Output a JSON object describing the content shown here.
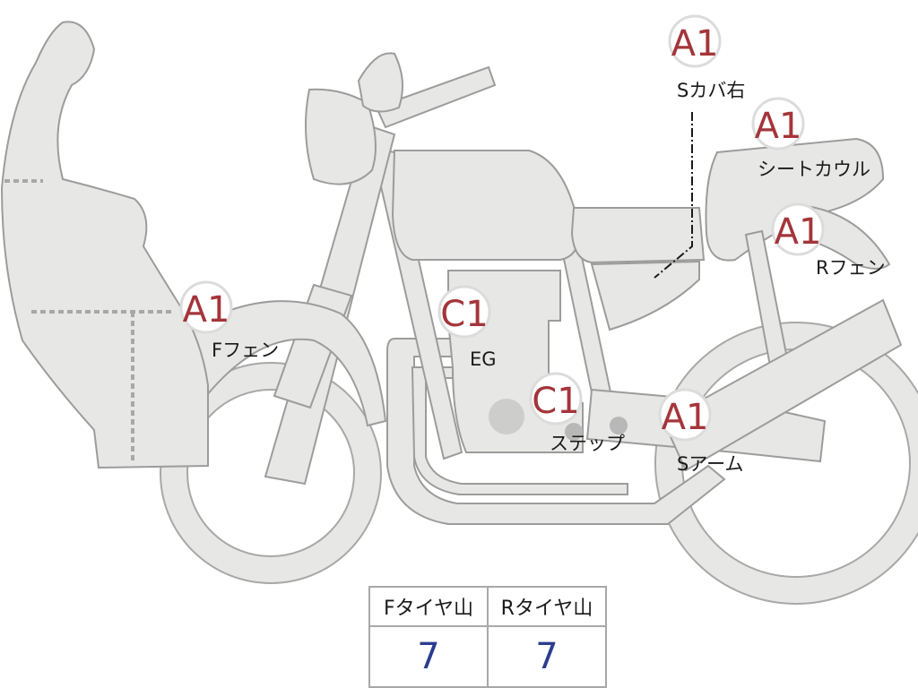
{
  "labels": {
    "s_cover_right": {
      "grade": "A1",
      "part": "Sカバ右"
    },
    "seat_cowl": {
      "grade": "A1",
      "part": "シートカウル"
    },
    "rear_fender": {
      "grade": "A1",
      "part": "Rフェン"
    },
    "front_fender": {
      "grade": "A1",
      "part": "Fフェン"
    },
    "engine": {
      "grade": "C1",
      "part": "EG"
    },
    "step": {
      "grade": "C1",
      "part": "ステップ"
    },
    "swing_arm": {
      "grade": "A1",
      "part": "Sアーム"
    }
  },
  "tire_table": {
    "headers": [
      "Fタイヤ山",
      "Rタイヤ山"
    ],
    "values": [
      "7",
      "7"
    ]
  },
  "colors": {
    "grade_text": "#a4353a",
    "tire_value_text": "#2b3d8f",
    "body_fill": "#e7e7e5",
    "outline": "#9c9c9c"
  }
}
